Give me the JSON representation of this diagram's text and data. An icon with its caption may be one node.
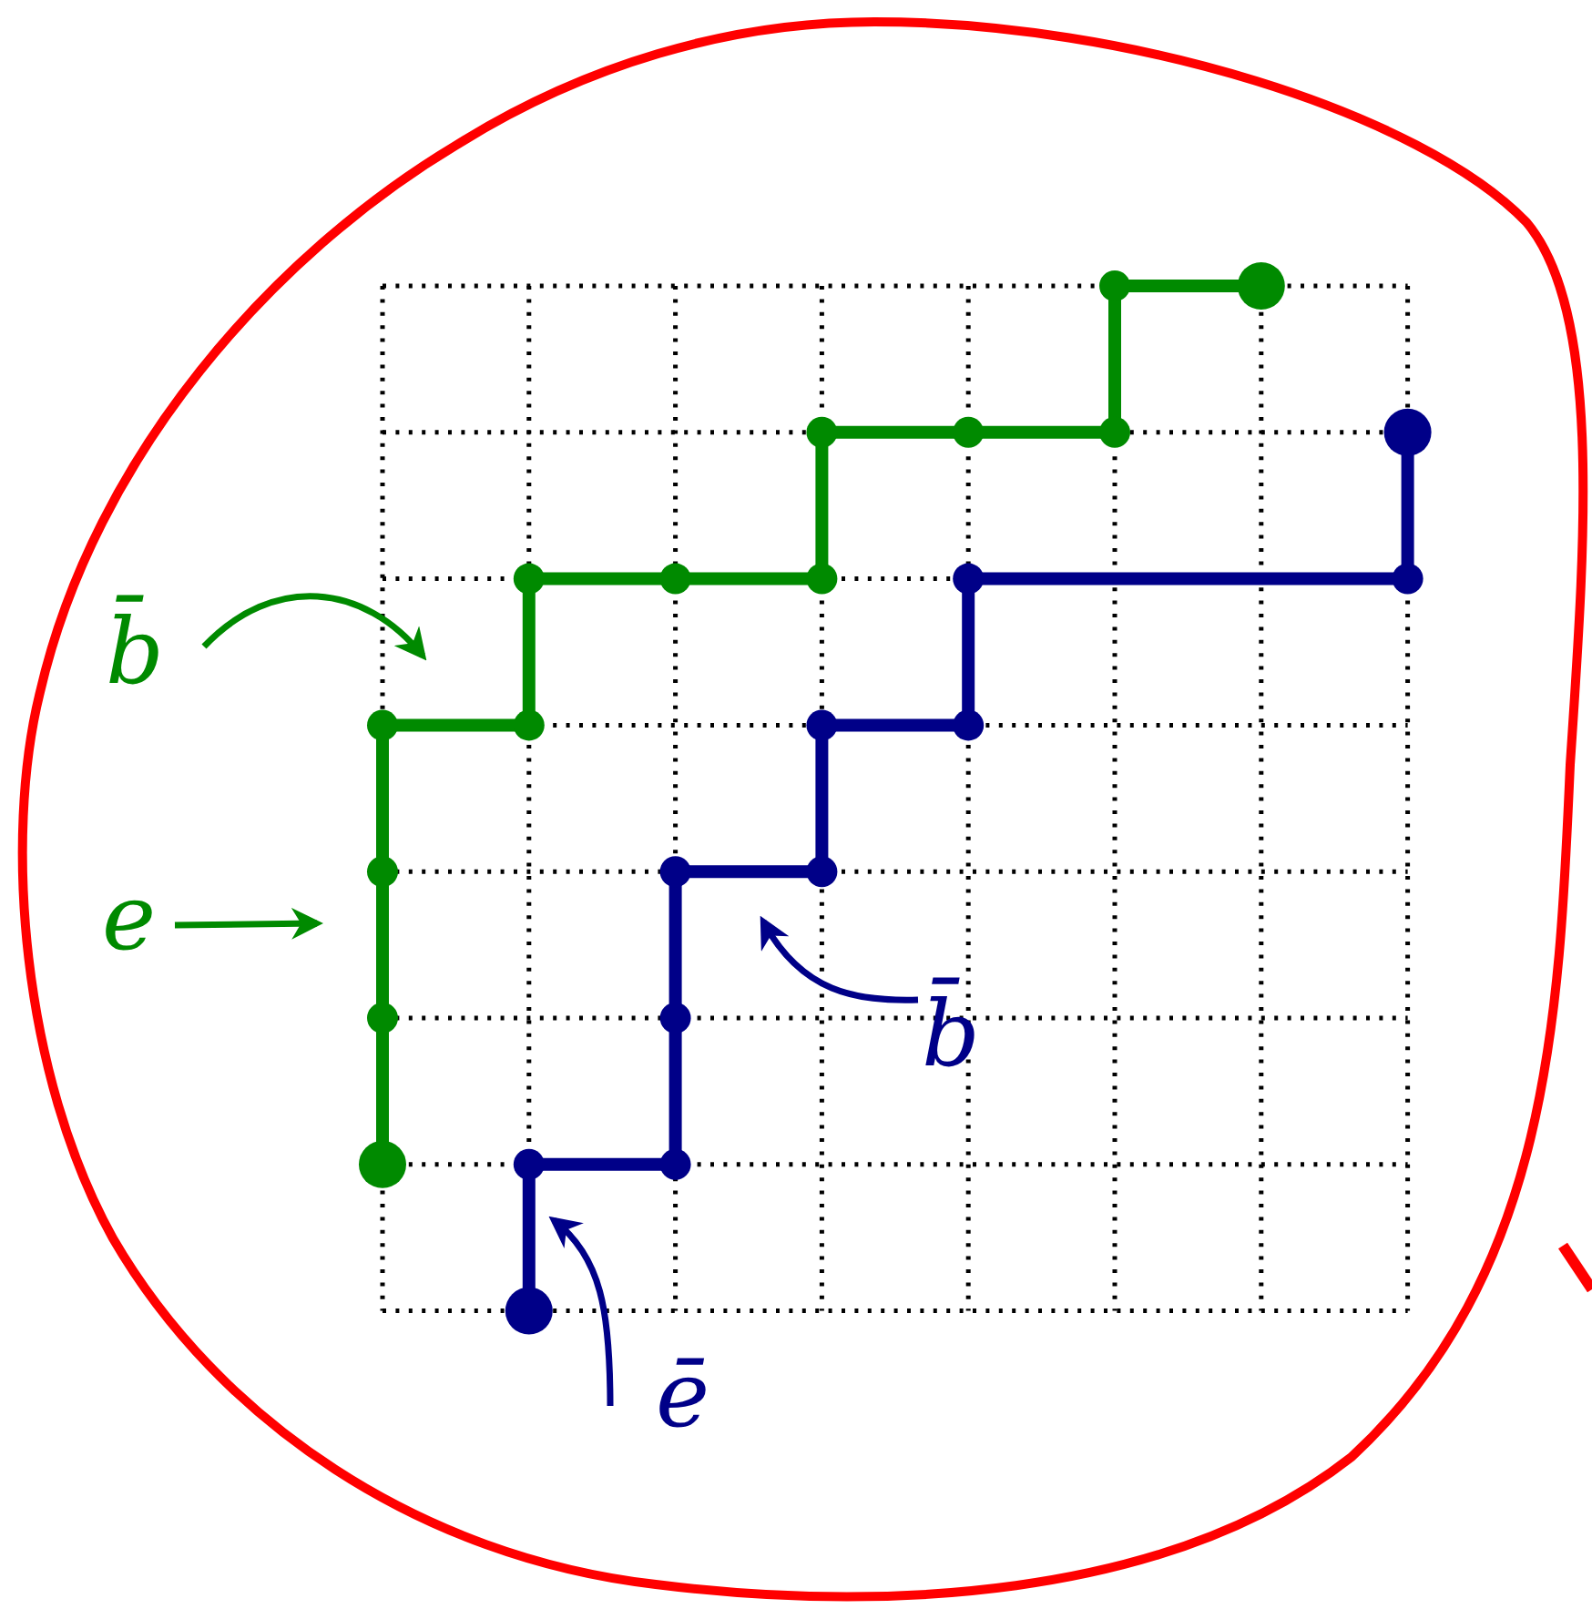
{
  "diagram": {
    "nodes": [
      {
        "text": [
          "b̄"
        ]
      },
      {
        "text": [
          "e"
        ]
      },
      {
        "text": [
          "b̄"
        ]
      },
      {
        "text": [
          "ē"
        ]
      }
    ],
    "edges": [
      {
        "from": 0,
        "to": null,
        "arrow": "to"
      },
      {
        "from": 1,
        "to": null,
        "arrow": "to"
      },
      {
        "from": 2,
        "to": null,
        "arrow": "to",
        "color": "#000088"
      },
      {
        "from": 3,
        "to": null,
        "arrow": "to",
        "color": "#000088"
      }
    ]
  }
}
